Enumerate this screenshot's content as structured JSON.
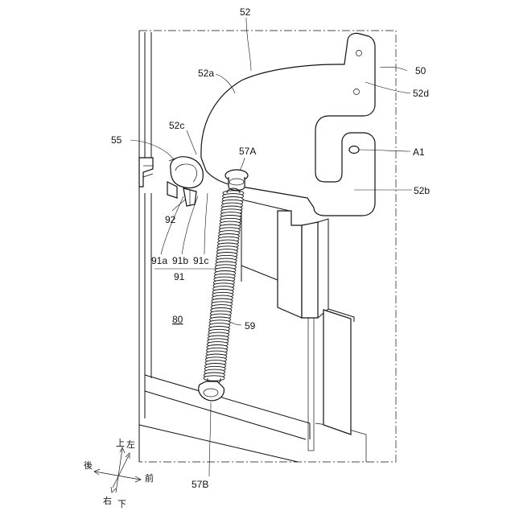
{
  "labels": {
    "ref_52": "52",
    "ref_52a": "52a",
    "ref_50": "50",
    "ref_52d": "52d",
    "ref_52c": "52c",
    "ref_55": "55",
    "ref_57A": "57A",
    "ref_A1": "A1",
    "ref_52b": "52b",
    "ref_92": "92",
    "ref_91a": "91a",
    "ref_91b": "91b",
    "ref_91c": "91c",
    "ref_91": "91",
    "ref_80": "80",
    "ref_59": "59",
    "ref_57B": "57B"
  },
  "axes": {
    "up": "上",
    "left": "左",
    "back": "後",
    "front": "前",
    "right": "右",
    "down": "下"
  }
}
